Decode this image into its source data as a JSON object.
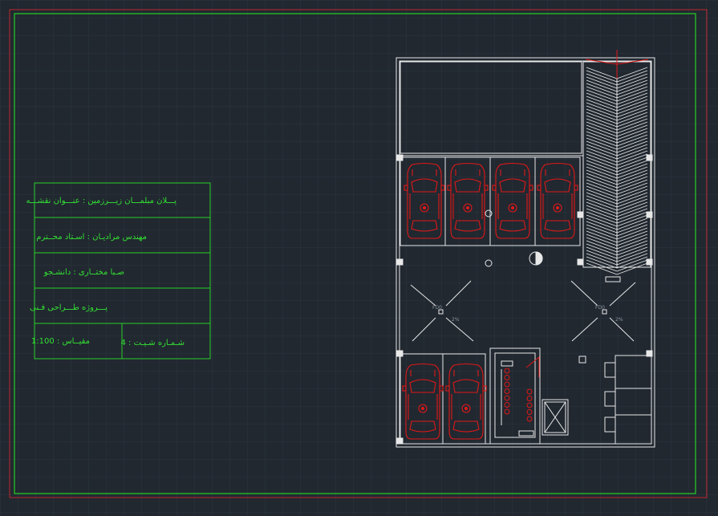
{
  "title_block": {
    "map_title": "پـــلان مبلمـــان زیـــرزمین : عنـــوان نقشـــه",
    "instructor": "مهندس مرادیـان : اسـتاد محــترم",
    "student": "صـبا مختــاری : دانشـجو",
    "project": "پـــروژه طـــراحی فـنی",
    "scale": "1:100 : مقیــاس",
    "sheet": "4 : شـمـاره شـیـت"
  },
  "plan_labels": {
    "drain_left": "FD0",
    "drain_right": "FD0",
    "slope_left": "2%",
    "slope_right": "2%"
  },
  "colors": {
    "background": "#212830",
    "grid": "#2b343d",
    "frame_red": "#c0262c",
    "frame_green": "#27d027",
    "walls": "#e8e8e8",
    "cars": "#e01818"
  },
  "cars_top_count": 4,
  "cars_bottom_count": 2,
  "stair_steps": 7
}
